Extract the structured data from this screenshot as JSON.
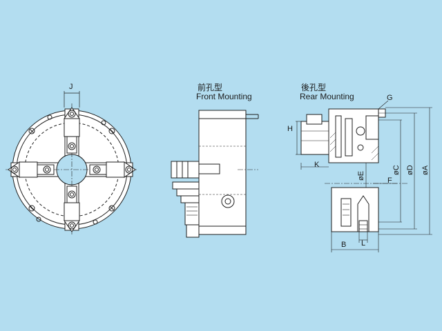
{
  "labels": {
    "front_cn": "前孔型",
    "front_en": "Front Mounting",
    "rear_cn": "後孔型",
    "rear_en": "Rear Mounting"
  },
  "dimensions": {
    "J": "J",
    "G": "G",
    "H": "H",
    "K": "K",
    "E": "øE",
    "F": "F",
    "C": "øC",
    "D": "øD",
    "A": "øA",
    "B": "B",
    "L": "L"
  },
  "colors": {
    "background": "#b3ddf0",
    "line": "#1e1e1e",
    "body_fill": "#ffffff"
  }
}
